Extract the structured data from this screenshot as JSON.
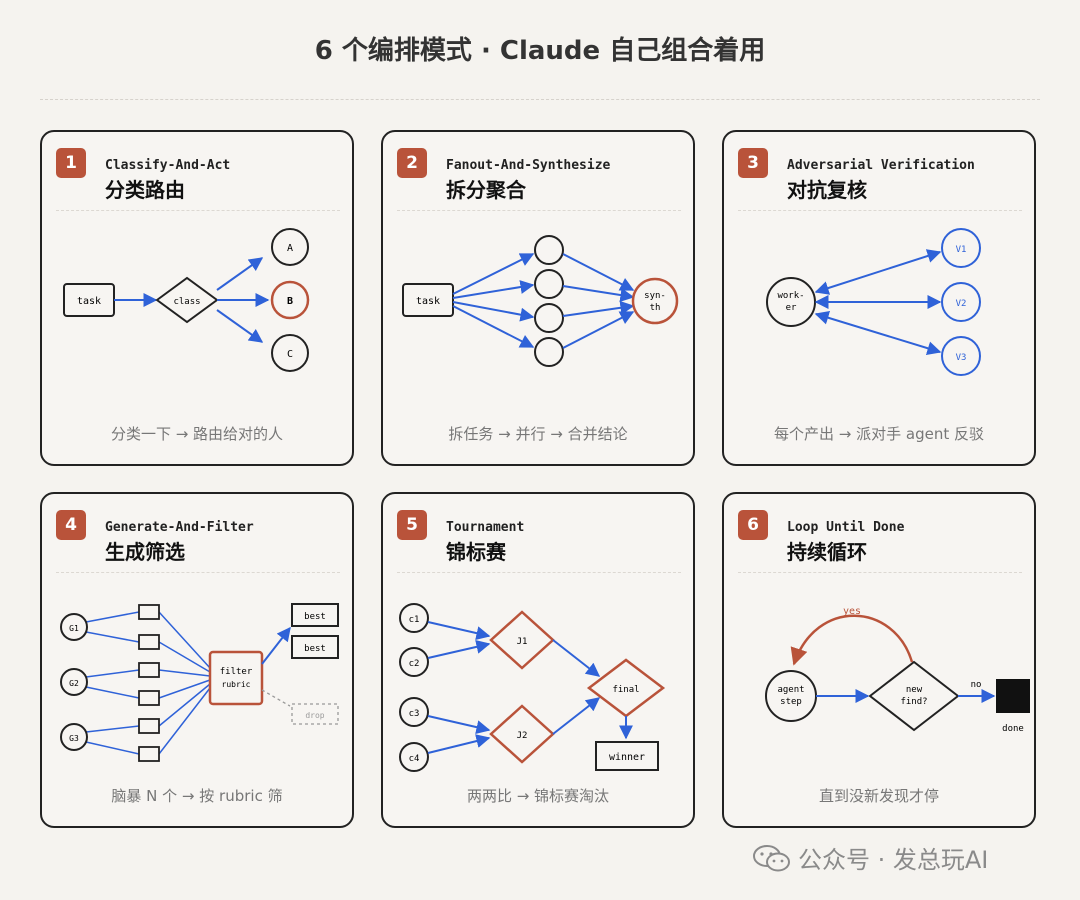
{
  "title": "6 个编排模式 · Claude 自己组合着用",
  "watermark": "公众号 · 发总玩AI",
  "colors": {
    "accent": "#b9533a",
    "arrow": "#2f62d8",
    "ink": "#222222"
  },
  "cards": [
    {
      "number": "1",
      "en": "Classify-And-Act",
      "cn": "分类路由",
      "caption": "分类一下 → 路由给对的人",
      "labels": {
        "task": "task",
        "class": "class",
        "a": "A",
        "b": "B",
        "c": "C"
      }
    },
    {
      "number": "2",
      "en": "Fanout-And-Synthesize",
      "cn": "拆分聚合",
      "caption": "拆任务 → 并行 → 合并结论",
      "labels": {
        "task": "task",
        "synth_1": "syn-",
        "synth_2": "th"
      }
    },
    {
      "number": "3",
      "en": "Adversarial Verification",
      "cn": "对抗复核",
      "caption": "每个产出 → 派对手 agent 反驳",
      "labels": {
        "worker_1": "work-",
        "worker_2": "er",
        "v1": "V1",
        "v2": "V2",
        "v3": "V3"
      }
    },
    {
      "number": "4",
      "en": "Generate-And-Filter",
      "cn": "生成筛选",
      "caption": "脑暴 N 个 → 按 rubric 筛",
      "labels": {
        "g1": "G1",
        "g2": "G2",
        "g3": "G3",
        "filter": "filter",
        "rubric": "rubric",
        "best1": "best",
        "best2": "best",
        "drop": "drop"
      }
    },
    {
      "number": "5",
      "en": "Tournament",
      "cn": "锦标赛",
      "caption": "两两比 → 锦标赛淘汰",
      "labels": {
        "c1": "c1",
        "c2": "c2",
        "c3": "c3",
        "c4": "c4",
        "j1": "J1",
        "j2": "J2",
        "final": "final",
        "winner": "winner"
      }
    },
    {
      "number": "6",
      "en": "Loop Until Done",
      "cn": "持续循环",
      "caption": "直到没新发现才停",
      "labels": {
        "agent": "agent",
        "step": "step",
        "new": "new",
        "find": "find?",
        "yes": "yes",
        "no": "no",
        "done": "done"
      }
    }
  ]
}
